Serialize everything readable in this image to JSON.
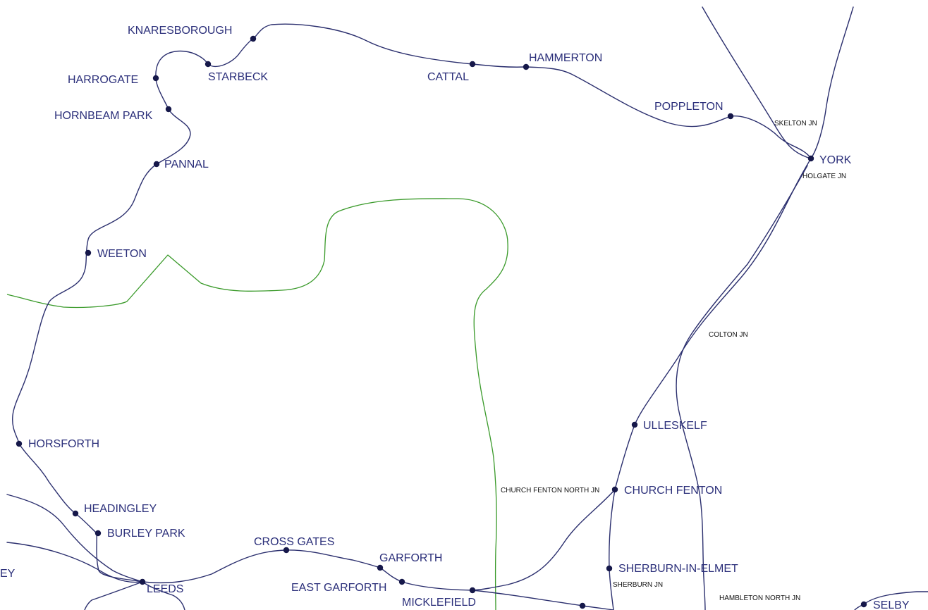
{
  "colors": {
    "rail": "#2b2f6e",
    "boundary": "#3a9a2a",
    "station_dot": "#16184a",
    "station_label": "#2b2f7a",
    "junction_label": "#111111",
    "background": "#ffffff"
  },
  "stations": [
    {
      "id": "knaresborough",
      "label": "KNARESBOROUGH"
    },
    {
      "id": "starbeck",
      "label": "STARBECK"
    },
    {
      "id": "harrogate",
      "label": "HARROGATE"
    },
    {
      "id": "hornbeam-park",
      "label": "HORNBEAM PARK"
    },
    {
      "id": "pannal",
      "label": "PANNAL"
    },
    {
      "id": "weeton",
      "label": "WEETON"
    },
    {
      "id": "cattal",
      "label": "CATTAL"
    },
    {
      "id": "hammerton",
      "label": "HAMMERTON"
    },
    {
      "id": "poppleton",
      "label": "POPPLETON"
    },
    {
      "id": "york",
      "label": "YORK"
    },
    {
      "id": "horsforth",
      "label": "HORSFORTH"
    },
    {
      "id": "headingley",
      "label": "HEADINGLEY"
    },
    {
      "id": "burley-park",
      "label": "BURLEY PARK"
    },
    {
      "id": "leeds",
      "label": "LEEDS"
    },
    {
      "id": "cross-gates",
      "label": "CROSS GATES"
    },
    {
      "id": "garforth",
      "label": "GARFORTH"
    },
    {
      "id": "east-garforth",
      "label": "EAST GARFORTH"
    },
    {
      "id": "micklefield",
      "label": "MICKLEFIELD"
    },
    {
      "id": "ulleskelf",
      "label": "ULLESKELF"
    },
    {
      "id": "church-fenton",
      "label": "CHURCH FENTON"
    },
    {
      "id": "sherburn-in-elmet",
      "label": "SHERBURN-IN-ELMET"
    },
    {
      "id": "selby",
      "label": "SELBY"
    },
    {
      "id": "partial-west",
      "label": "EY"
    }
  ],
  "junctions": [
    {
      "id": "skelton-jn",
      "label": "SKELTON JN"
    },
    {
      "id": "holgate-jn",
      "label": "HOLGATE JN"
    },
    {
      "id": "colton-jn",
      "label": "COLTON JN"
    },
    {
      "id": "church-fenton-north-jn",
      "label": "CHURCH FENTON NORTH JN"
    },
    {
      "id": "sherburn-jn",
      "label": "SHERBURN JN"
    },
    {
      "id": "hambleton-north-jn",
      "label": "HAMBLETON NORTH JN"
    }
  ]
}
